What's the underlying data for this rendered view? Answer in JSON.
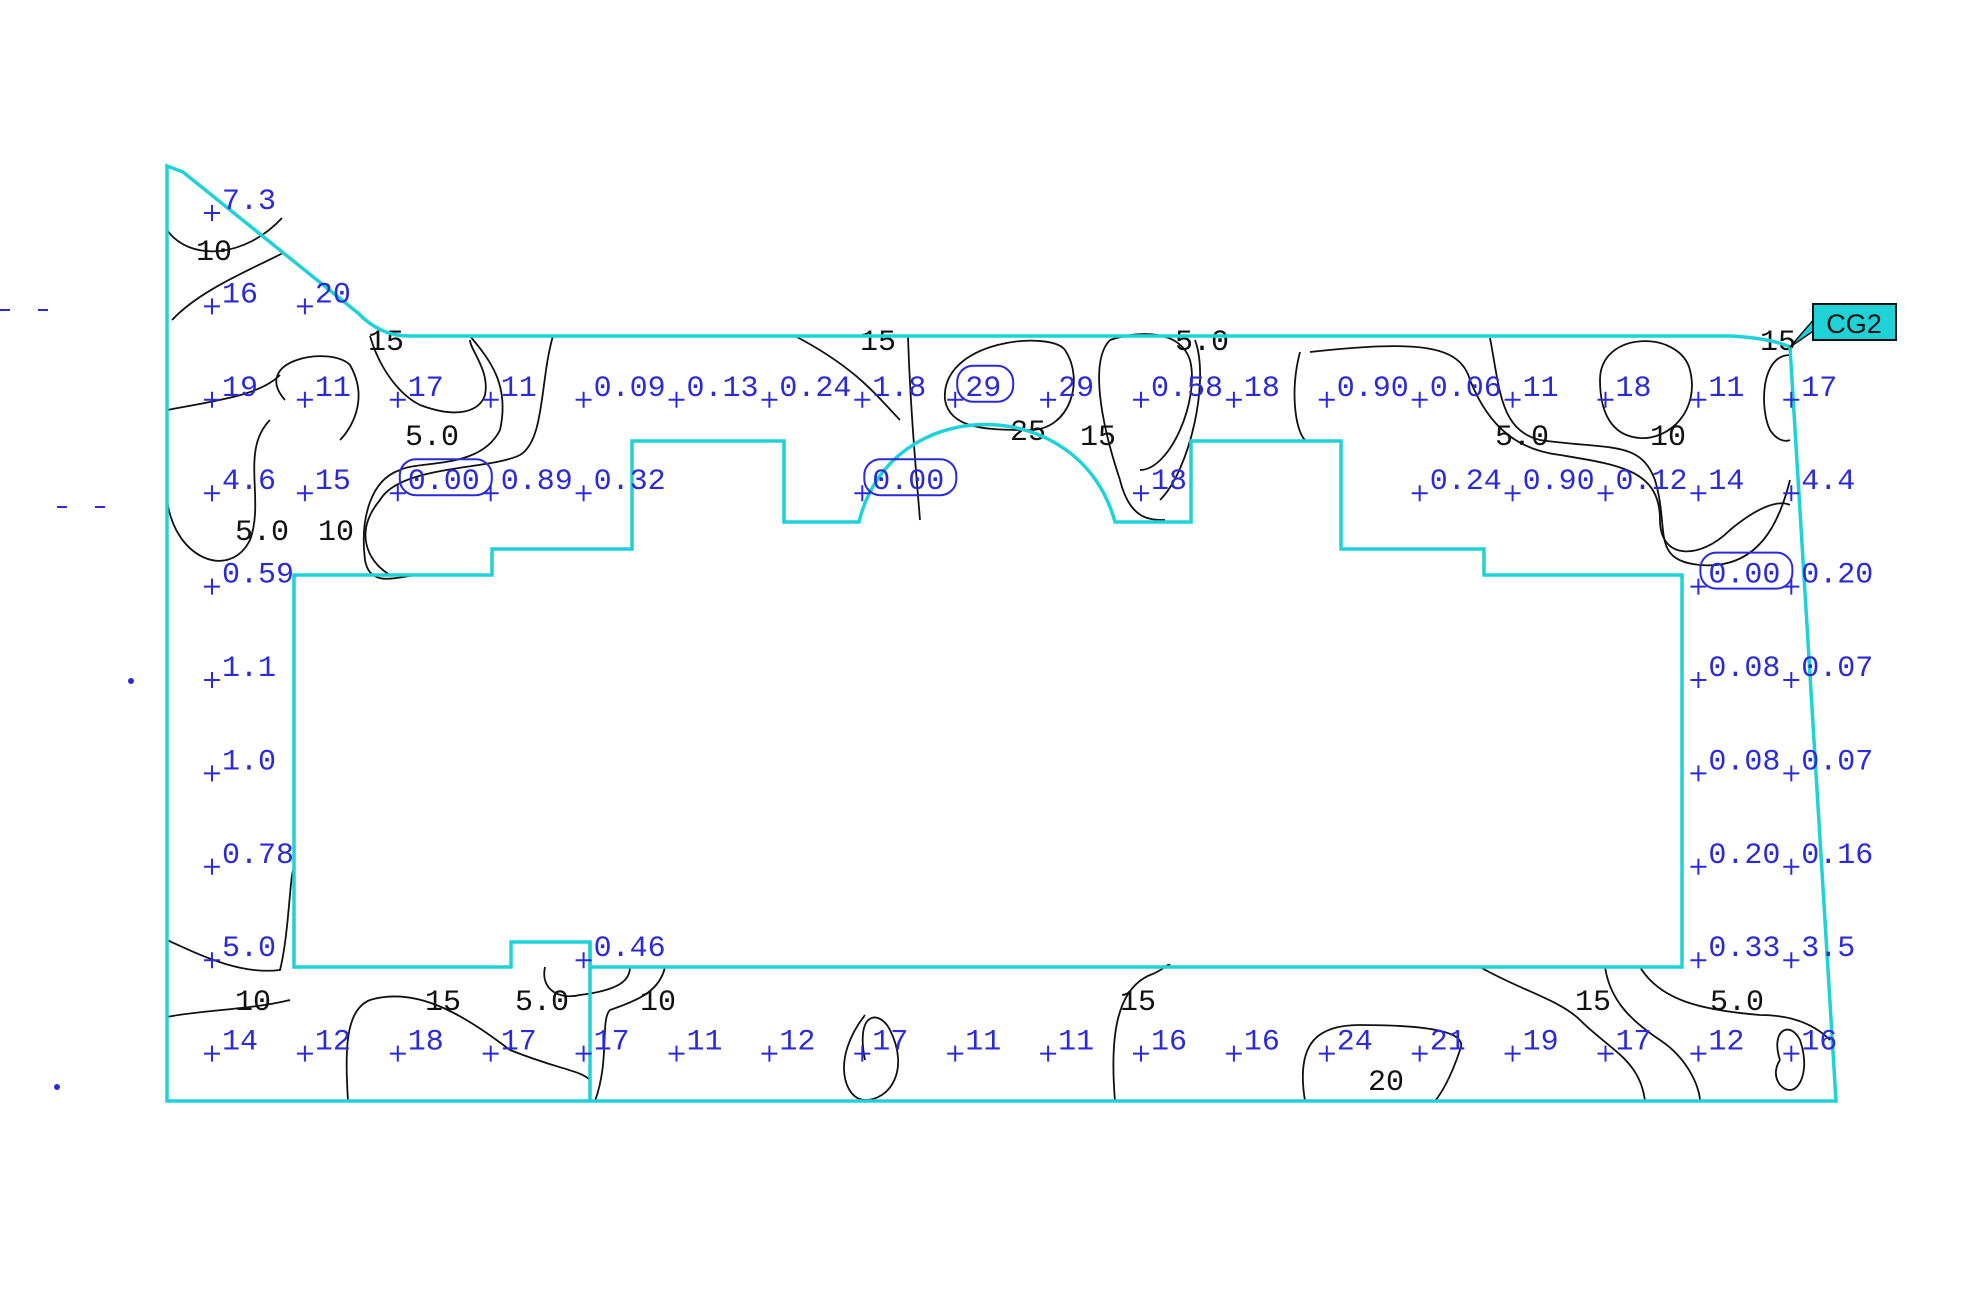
{
  "tag": {
    "label": "CG2",
    "color": "#1ed2d8"
  },
  "colors": {
    "boundary": "#1ed2d8",
    "values": "#2a2ad8",
    "contours": "#111111"
  },
  "grid_rows": [
    [
      [
        "0",
        "7.3"
      ]
    ],
    [
      [
        "0",
        "16"
      ],
      [
        "1",
        "20"
      ]
    ],
    [
      [
        "0",
        "19"
      ],
      [
        "1",
        "11"
      ],
      [
        "2",
        "17"
      ],
      [
        "3",
        "11"
      ],
      [
        "4",
        "0.09"
      ],
      [
        "5",
        "0.13"
      ],
      [
        "6",
        "0.24"
      ],
      [
        "7",
        "1.8"
      ],
      [
        "8",
        "29"
      ],
      [
        "9",
        "29"
      ],
      [
        "10",
        "0.58"
      ],
      [
        "11",
        "18"
      ],
      [
        "12",
        "0.90"
      ],
      [
        "13",
        "0.06"
      ],
      [
        "14",
        "11"
      ],
      [
        "15",
        "18"
      ],
      [
        "16",
        "11"
      ],
      [
        "17",
        "17"
      ]
    ],
    [
      [
        "0",
        "4.6"
      ],
      [
        "1",
        "15"
      ],
      [
        "2",
        "0.00"
      ],
      [
        "3",
        "0.89"
      ],
      [
        "4",
        "0.32"
      ],
      [
        "7",
        "0.00"
      ],
      [
        "10",
        "18"
      ],
      [
        "13",
        "0.24"
      ],
      [
        "14",
        "0.90"
      ],
      [
        "15",
        "0.12"
      ],
      [
        "16",
        "14"
      ],
      [
        "17",
        "4.4"
      ]
    ],
    [
      [
        "0",
        "0.59"
      ],
      [
        "16",
        "0.00"
      ],
      [
        "17",
        "0.20"
      ]
    ],
    [
      [
        "0",
        "1.1"
      ],
      [
        "16",
        "0.08"
      ],
      [
        "17",
        "0.07"
      ]
    ],
    [
      [
        "0",
        "1.0"
      ],
      [
        "16",
        "0.08"
      ],
      [
        "17",
        "0.07"
      ]
    ],
    [
      [
        "0",
        "0.78"
      ],
      [
        "16",
        "0.20"
      ],
      [
        "17",
        "0.16"
      ]
    ],
    [
      [
        "0",
        "5.0"
      ],
      [
        "4",
        "0.46"
      ],
      [
        "16",
        "0.33"
      ],
      [
        "17",
        "3.5"
      ]
    ],
    [
      [
        "0",
        "14"
      ],
      [
        "1",
        "12"
      ],
      [
        "2",
        "18"
      ],
      [
        "3",
        "17"
      ],
      [
        "4",
        "17"
      ],
      [
        "5",
        "11"
      ],
      [
        "6",
        "12"
      ],
      [
        "7",
        "17"
      ],
      [
        "8",
        "11"
      ],
      [
        "9",
        "11"
      ],
      [
        "10",
        "16"
      ],
      [
        "11",
        "16"
      ],
      [
        "12",
        "24"
      ],
      [
        "13",
        "21"
      ],
      [
        "14",
        "19"
      ],
      [
        "15",
        "17"
      ],
      [
        "16",
        "12"
      ],
      [
        "17",
        "16"
      ]
    ]
  ],
  "circled": [
    [
      3,
      2
    ],
    [
      3,
      7
    ],
    [
      2,
      8
    ],
    [
      4,
      16
    ]
  ],
  "contour_labels": [
    "10",
    "5.0",
    "15",
    "5.0",
    "25",
    "5.0",
    "15",
    "10",
    "5.0",
    "15",
    "10",
    "15",
    "10",
    "15",
    "20",
    "15",
    "5.0",
    "15",
    "5.0",
    "10"
  ]
}
